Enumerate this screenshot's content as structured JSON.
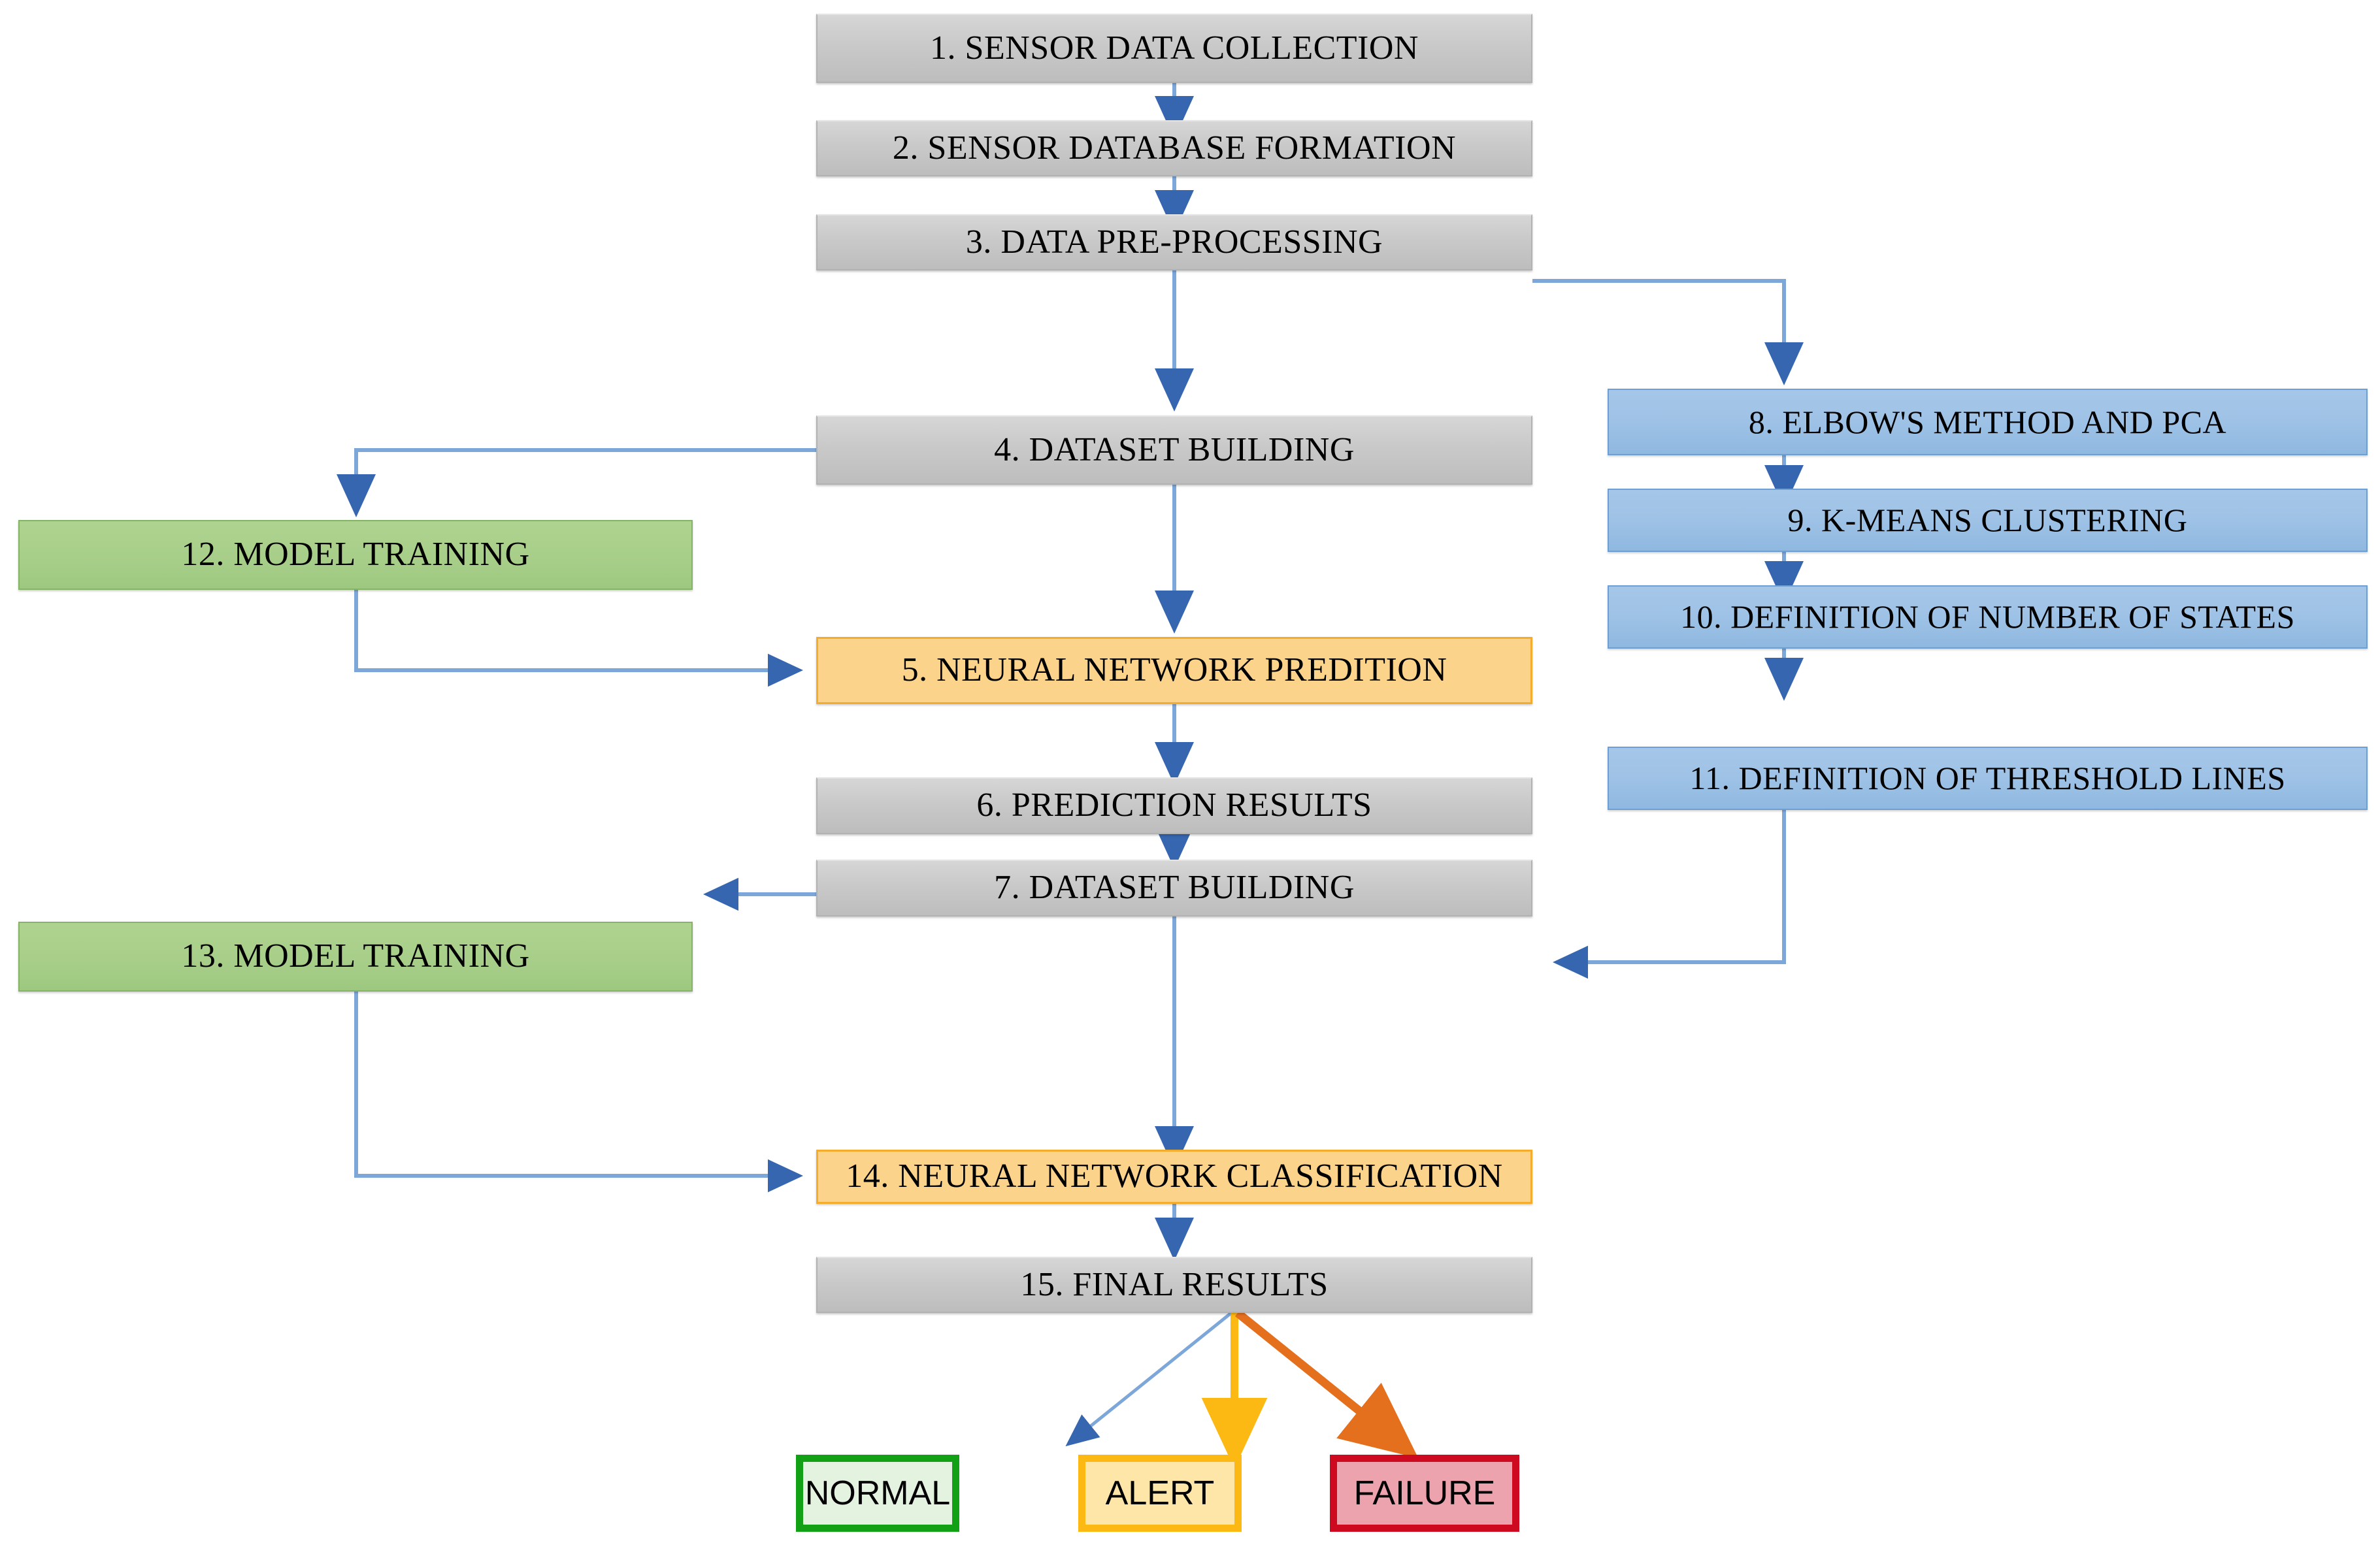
{
  "diagram": {
    "title": "Predictive maintenance processing pipeline flowchart",
    "palette": {
      "gray_fill": "#c9c9c9",
      "gray_border": "#b2b2b2",
      "blue_fill": "#9ec2e6",
      "blue_border": "#6e9fd4",
      "green_fill": "#a7ce89",
      "green_border": "#86b466",
      "orange_fill": "#fbd38a",
      "orange_border": "#f5ab2b",
      "connector_blue": "#7da7d9",
      "arrow_blue_dark": "#2f5fa8",
      "normal_border": "#12a014",
      "normal_fill": "#e4f2e0",
      "alert_border": "#fcb813",
      "alert_fill": "#fde6a8",
      "failure_border": "#ce0a20",
      "failure_fill": "#eda3ad",
      "alert_arrow": "#fcb813",
      "failure_arrow": "#e4701e"
    },
    "nodes": {
      "n1": "1. SENSOR DATA COLLECTION",
      "n2": "2. SENSOR DATABASE FORMATION",
      "n3": "3. DATA PRE-PROCESSING",
      "n4": "4. DATASET BUILDING",
      "n5": "5. NEURAL NETWORK PREDITION",
      "n6": "6. PREDICTION RESULTS",
      "n7": "7. DATASET BUILDING",
      "n8": "8. ELBOW'S METHOD AND PCA",
      "n9": "9. K-MEANS CLUSTERING",
      "n10": "10. DEFINITION OF NUMBER OF STATES",
      "n11": "11. DEFINITION OF THRESHOLD LINES",
      "n12": "12. MODEL TRAINING",
      "n13": "13. MODEL TRAINING",
      "n14": "14. NEURAL NETWORK CLASSIFICATION",
      "n15": "15. FINAL RESULTS"
    },
    "outcomes": {
      "normal": "NORMAL",
      "alert": "ALERT",
      "failure": "FAILURE"
    }
  }
}
